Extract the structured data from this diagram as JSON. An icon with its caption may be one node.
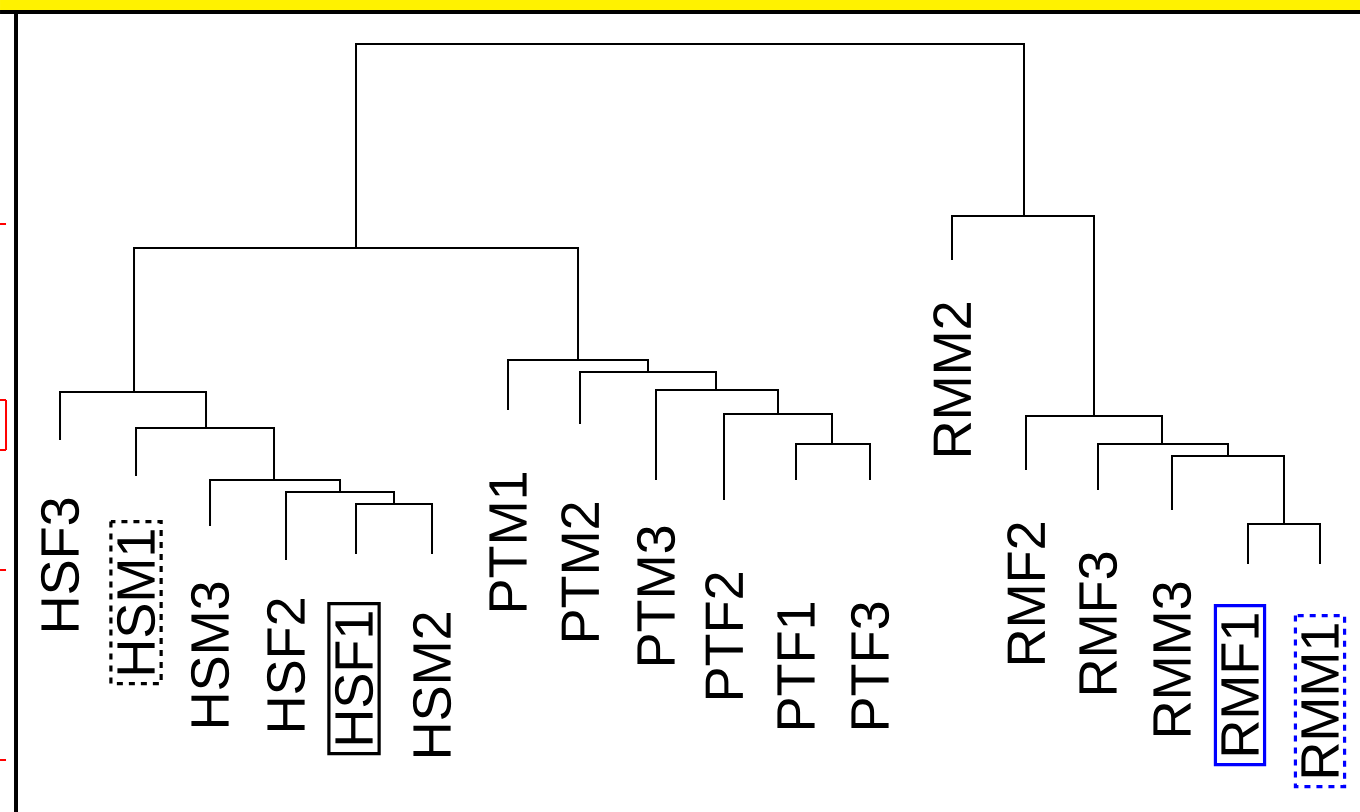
{
  "diagram": {
    "nodes": [
      {
        "text": [
          "HSM1"
        ]
      },
      {
        "text": [
          "HSF1"
        ]
      },
      {
        "text": [
          "RMF1"
        ]
      },
      {
        "text": [
          "RMM1"
        ]
      }
    ],
    "labels": [
      "HSF3",
      "HSM3",
      "HSF2",
      "HSM2",
      "PTM1",
      "PTM2",
      "PTM3",
      "PTF2",
      "PTF1",
      "PTF3",
      "RMM2",
      "RMF2",
      "RMF3",
      "RMM3"
    ]
  }
}
